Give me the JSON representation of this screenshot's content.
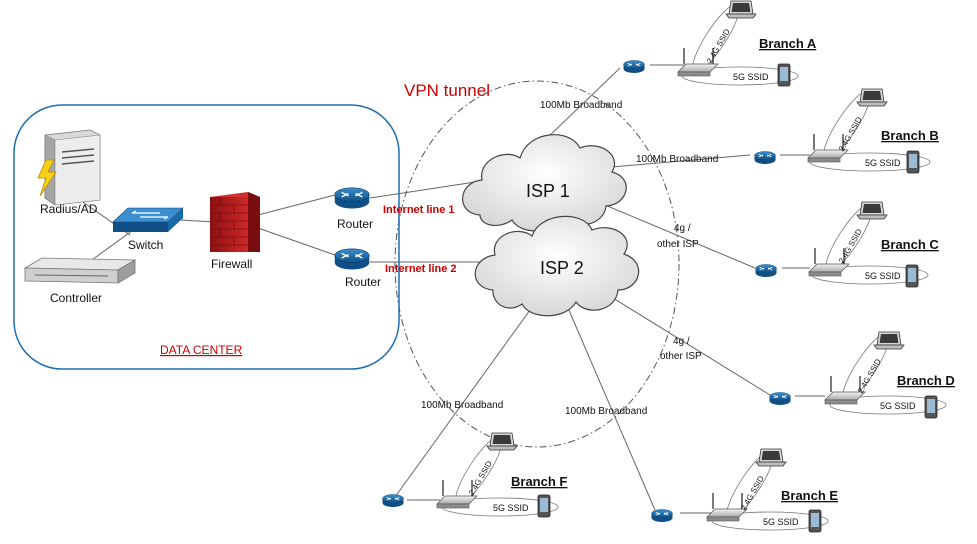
{
  "vpn_label": "VPN tunnel",
  "datacenter": {
    "label": "DATA CENTER",
    "radius": "Radius/AD",
    "switch": "Switch",
    "controller": "Controller",
    "firewall": "Firewall",
    "router1": "Router",
    "router2": "Router",
    "line1": "Internet line 1",
    "line2": "Internet line 2"
  },
  "isp1": "ISP 1",
  "isp2": "ISP 2",
  "links": {
    "a": "100Mb Broadband",
    "b": "100Mb Broadband",
    "c1": "4g /",
    "c2": "other ISP",
    "d1": "4g /",
    "d2": "other ISP",
    "e": "100Mb Broadband",
    "f": "100Mb Broadband"
  },
  "ssid_24": "2.4G SSID",
  "ssid_5": "5G SSID",
  "branches": {
    "a": "Branch A",
    "b": "Branch B",
    "c": "Branch C",
    "d": "Branch D",
    "e": "Branch E",
    "f": "Branch F"
  },
  "colors": {
    "red": "#cc0000",
    "blue_border": "#1f6fb2",
    "router_blue": "#1a6aa6",
    "firewall_red": "#b01818",
    "line": "#666666"
  }
}
